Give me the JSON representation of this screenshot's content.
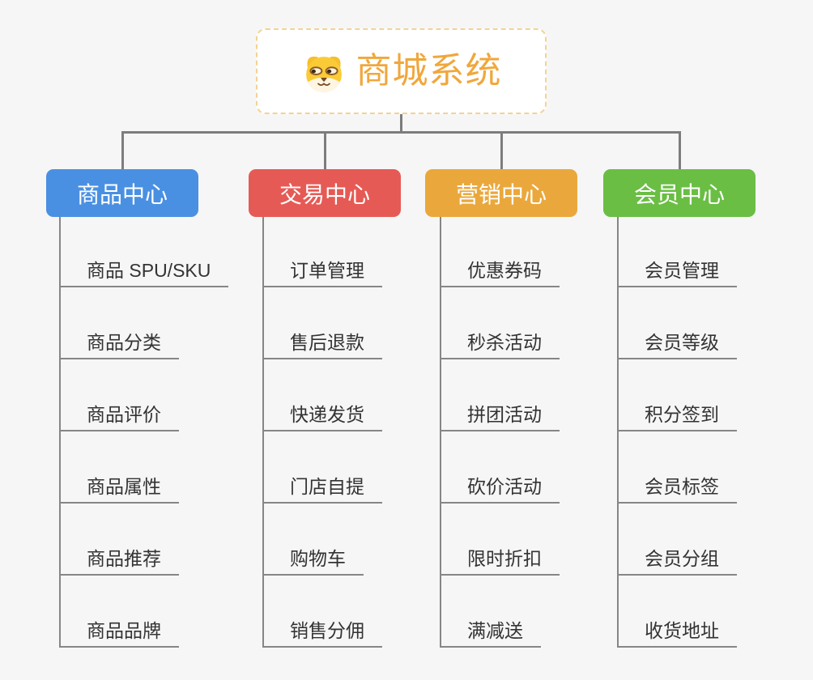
{
  "canvas": {
    "background": "#f6f6f6",
    "connector_color": "#7d7d7d"
  },
  "root": {
    "label": "商城系统",
    "icon": "dog-face",
    "text_color": "#f0a73c",
    "border_color": "#f4d294"
  },
  "branches": [
    {
      "label": "商品中心",
      "color": "#4a90e2",
      "items": [
        "商品 SPU/SKU",
        "商品分类",
        "商品评价",
        "商品属性",
        "商品推荐",
        "商品品牌"
      ]
    },
    {
      "label": "交易中心",
      "color": "#e65a55",
      "items": [
        "订单管理",
        "售后退款",
        "快递发货",
        "门店自提",
        "购物车",
        "销售分佣"
      ]
    },
    {
      "label": "营销中心",
      "color": "#eaa83c",
      "items": [
        "优惠券码",
        "秒杀活动",
        "拼团活动",
        "砍价活动",
        "限时折扣",
        "满减送"
      ]
    },
    {
      "label": "会员中心",
      "color": "#6abe44",
      "items": [
        "会员管理",
        "会员等级",
        "积分签到",
        "会员标签",
        "会员分组",
        "收货地址"
      ]
    }
  ]
}
